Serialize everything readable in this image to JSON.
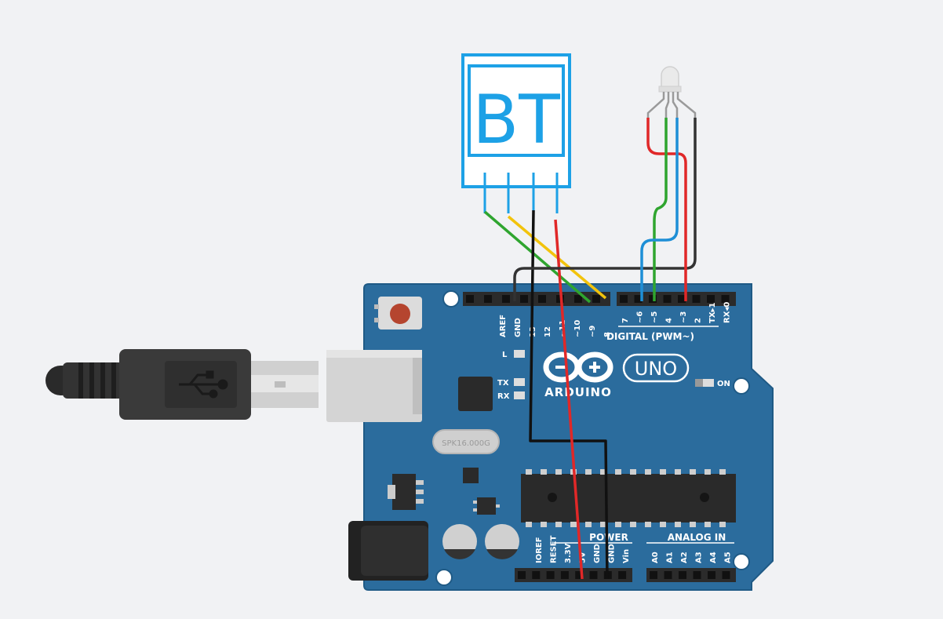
{
  "colors": {
    "background": "#f1f2f4",
    "board": "#2b6c9d",
    "board_edge": "#1f5a85",
    "wire_black": "#111111",
    "wire_red": "#e02828",
    "wire_green": "#2fa52f",
    "wire_yellow": "#f2c30c",
    "wire_blue": "#1e8fd6",
    "wire_dark": "#333333",
    "bt_outline": "#1da1e6"
  },
  "bt_module": {
    "label": "BT"
  },
  "board": {
    "brand": "ARDUINO",
    "model": "UNO",
    "crystal": "SPK16.000G",
    "on_label": "ON",
    "led_l": "L",
    "led_tx": "TX",
    "led_rx": "RX",
    "digital_label": "DIGITAL (PWM~)",
    "power_label": "POWER",
    "analog_label": "ANALOG IN",
    "digital_pins_left": [
      "AREF",
      "GND",
      "13",
      "12",
      "~11",
      "~10",
      "~9",
      "8"
    ],
    "digital_pins_right": [
      "7",
      "~6",
      "~5",
      "4",
      "~3",
      "2",
      "TX▸1",
      "RX◂0"
    ],
    "power_pins": [
      "IOREF",
      "RESET",
      "3.3V",
      "5V",
      "GND",
      "GND",
      "Vin"
    ],
    "analog_pins": [
      "A0",
      "A1",
      "A2",
      "A3",
      "A4",
      "A5"
    ]
  },
  "icons": {
    "usb_symbol": "usb-icon",
    "arduino_logo": "infinity-logo-icon",
    "led": "rgb-led-icon"
  }
}
